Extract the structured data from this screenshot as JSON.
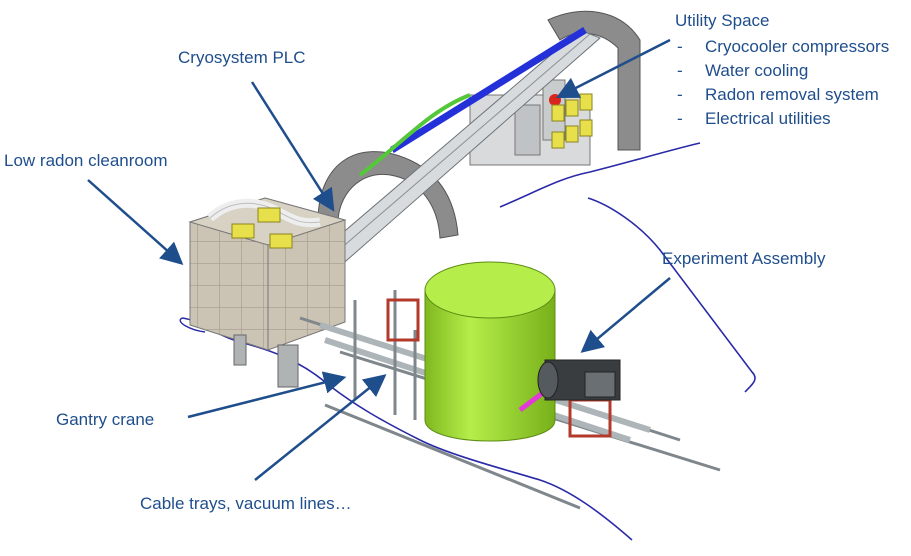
{
  "labels": {
    "utility_space": {
      "title": "Utility Space",
      "items": [
        "Cryocooler compressors",
        "Water cooling",
        "Radon removal system",
        "Electrical utilities"
      ]
    },
    "cryosystem_plc": "Cryosystem PLC",
    "low_radon_cleanroom": "Low radon cleanroom",
    "experiment_assembly": "Experiment Assembly",
    "gantry_crane": "Gantry crane",
    "cable_trays": "Cable trays, vacuum lines…"
  },
  "list_marker": "-",
  "colors": {
    "label_text": "#1f4e8c",
    "arrow": "#1f4e8c",
    "floor_outline": "#2a2aa8",
    "cryostat": "#a6e23a",
    "cryostat_shade": "#7fb81f",
    "cleanroom": "#cbc3b3",
    "tunnel_arch": "#8c8c8c",
    "helium_pipe": "#2430d8",
    "nitrogen_pipe": "#55c83a",
    "compressor": "#e8e04a",
    "steel": "#9aa3a8",
    "red_frame": "#b33a2a",
    "magenta_beam": "#e23ad8"
  }
}
